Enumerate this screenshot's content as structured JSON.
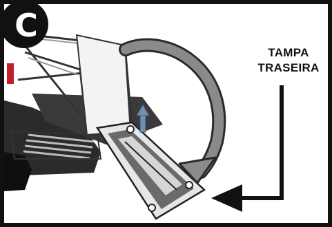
{
  "step": {
    "letter": "C"
  },
  "callout": {
    "line1": "TAMPA",
    "line2": "TRASEIRA"
  },
  "colors": {
    "frame": "#111111",
    "lift_arrow": "#6f8fb3",
    "curve_arrow": "#8a8a8a",
    "pointer": "#111111"
  }
}
